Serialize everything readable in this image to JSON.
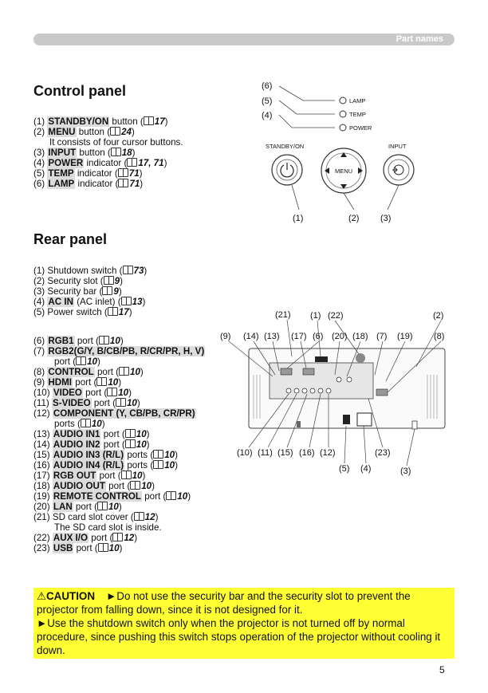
{
  "header": {
    "section": "Part names"
  },
  "control_panel": {
    "title": "Control panel",
    "items": [
      {
        "num": "(1)",
        "name": "STANDBY/ON",
        "suffix": " button (",
        "page": "17",
        "end": ")"
      },
      {
        "num": "(2)",
        "name": "MENU",
        "suffix": " button (",
        "page": "24",
        "end": ")"
      },
      {
        "note": "It consists of four cursor buttons."
      },
      {
        "num": "(3)",
        "name": "INPUT",
        "suffix": " button (",
        "page": "18",
        "end": ")"
      },
      {
        "num": "(4)",
        "name": "POWER",
        "suffix": " indicator (",
        "page": "17, 71",
        "end": ")"
      },
      {
        "num": "(5)",
        "name": "TEMP",
        "suffix": " indicator (",
        "page": "71",
        "end": ")"
      },
      {
        "num": "(6)",
        "name": "LAMP",
        "suffix": " indicator (",
        "page": "71",
        "end": ")"
      }
    ],
    "diagram": {
      "callouts": [
        "(6)",
        "(5)",
        "(4)",
        "(1)",
        "(2)",
        "(3)"
      ],
      "indicator_labels": [
        "LAMP",
        "TEMP",
        "POWER"
      ],
      "button_labels": [
        "STANDBY/ON",
        "MENU",
        "INPUT"
      ]
    }
  },
  "rear_panel": {
    "title": "Rear panel",
    "items_a": [
      {
        "num": "(1)",
        "name": "",
        "prefix": "Shutdown switch (",
        "page": "73",
        "end": ")"
      },
      {
        "num": "(2)",
        "name": "",
        "prefix": "Security slot (",
        "page": "9",
        "end": ")"
      },
      {
        "num": "(3)",
        "name": "",
        "prefix": "Security bar (",
        "page": "9",
        "end": ")"
      },
      {
        "num": "(4)",
        "name": "AC IN",
        "prefix": "",
        "suffix": " (AC inlet) (",
        "page": "13",
        "end": ")"
      },
      {
        "num": "(5)",
        "name": "",
        "prefix": "Power switch (",
        "page": "17",
        "end": ")"
      }
    ],
    "items_b": [
      {
        "num": "(6)",
        "name": "RGB1",
        "suffix": " port (",
        "page": "10",
        "end": ")"
      },
      {
        "num": "(7)",
        "name": "RGB2(G/Y, B/CB/PB, R/CR/PR, H, V)",
        "suffix": "",
        "page": "",
        "end": ""
      },
      {
        "note": "port (",
        "page": "10",
        "end": ")"
      },
      {
        "num": "(8)",
        "name": "CONTROL",
        "suffix": " port (",
        "page": "10",
        "end": ")"
      },
      {
        "num": "(9)",
        "name": "HDMI",
        "suffix": " port (",
        "page": "10",
        "end": ")"
      },
      {
        "num": "(10)",
        "name": "VIDEO",
        "suffix": " port (",
        "page": "10",
        "end": ")"
      },
      {
        "num": "(11)",
        "name": "S-VIDEO",
        "suffix": " port (",
        "page": "10",
        "end": ")"
      },
      {
        "num": "(12)",
        "name": "COMPONENT (Y, CB/PB, CR/PR)",
        "suffix": "",
        "page": "",
        "end": ""
      },
      {
        "note": "ports (",
        "page": "10",
        "end": ")"
      },
      {
        "num": "(13)",
        "name": "AUDIO IN1",
        "suffix": " port (",
        "page": "10",
        "end": ")"
      },
      {
        "num": "(14)",
        "name": "AUDIO IN2",
        "suffix": " port (",
        "page": "10",
        "end": ")"
      },
      {
        "num": "(15)",
        "name": "AUDIO IN3 (R/L)",
        "suffix": " ports (",
        "page": "10",
        "end": ")"
      },
      {
        "num": "(16)",
        "name": "AUDIO IN4 (R/L)",
        "suffix": " ports (",
        "page": "10",
        "end": ")"
      },
      {
        "num": "(17)",
        "name": "RGB OUT",
        "suffix": " port (",
        "page": "10",
        "end": ")"
      },
      {
        "num": "(18)",
        "name": "AUDIO OUT",
        "suffix": " port (",
        "page": "10",
        "end": ")"
      },
      {
        "num": "(19)",
        "name": "REMOTE CONTROL",
        "suffix": " port (",
        "page": "10",
        "end": ")"
      },
      {
        "num": "(20)",
        "name": "LAN",
        "suffix": " port (",
        "page": "10",
        "end": ")"
      },
      {
        "num": "(21)",
        "name": "",
        "prefix": "SD card slot cover (",
        "page": "12",
        "end": ")"
      },
      {
        "note": "The SD card slot is inside."
      },
      {
        "num": "(22)",
        "name": "AUX I/O",
        "suffix": " port (",
        "page": "12",
        "end": ")"
      },
      {
        "num": "(23)",
        "name": "USB",
        "suffix": " port (",
        "page": "10",
        "end": ")"
      }
    ],
    "diagram": {
      "top_callouts": [
        "(21)",
        "(1)",
        "(22)",
        "(2)",
        "(9)",
        "(14)",
        "(13)",
        "(17)",
        "(6)",
        "(20)",
        "(18)",
        "(7)",
        "(19)",
        "(8)"
      ],
      "bottom_callouts": [
        "(10)",
        "(11)",
        "(15)",
        "(16)",
        "(12)",
        "(23)",
        "(5)",
        "(4)",
        "(3)"
      ]
    }
  },
  "caution": {
    "title": "CAUTION",
    "line1": "►Do not use the security bar and the security slot to prevent the projector from falling down, since it is not designed for it.",
    "line2": "►Use the shutdown switch only when the projector is not turned off by normal procedure, since pushing this switch stops operation of the projector without cooling it down."
  },
  "page_number": "5"
}
